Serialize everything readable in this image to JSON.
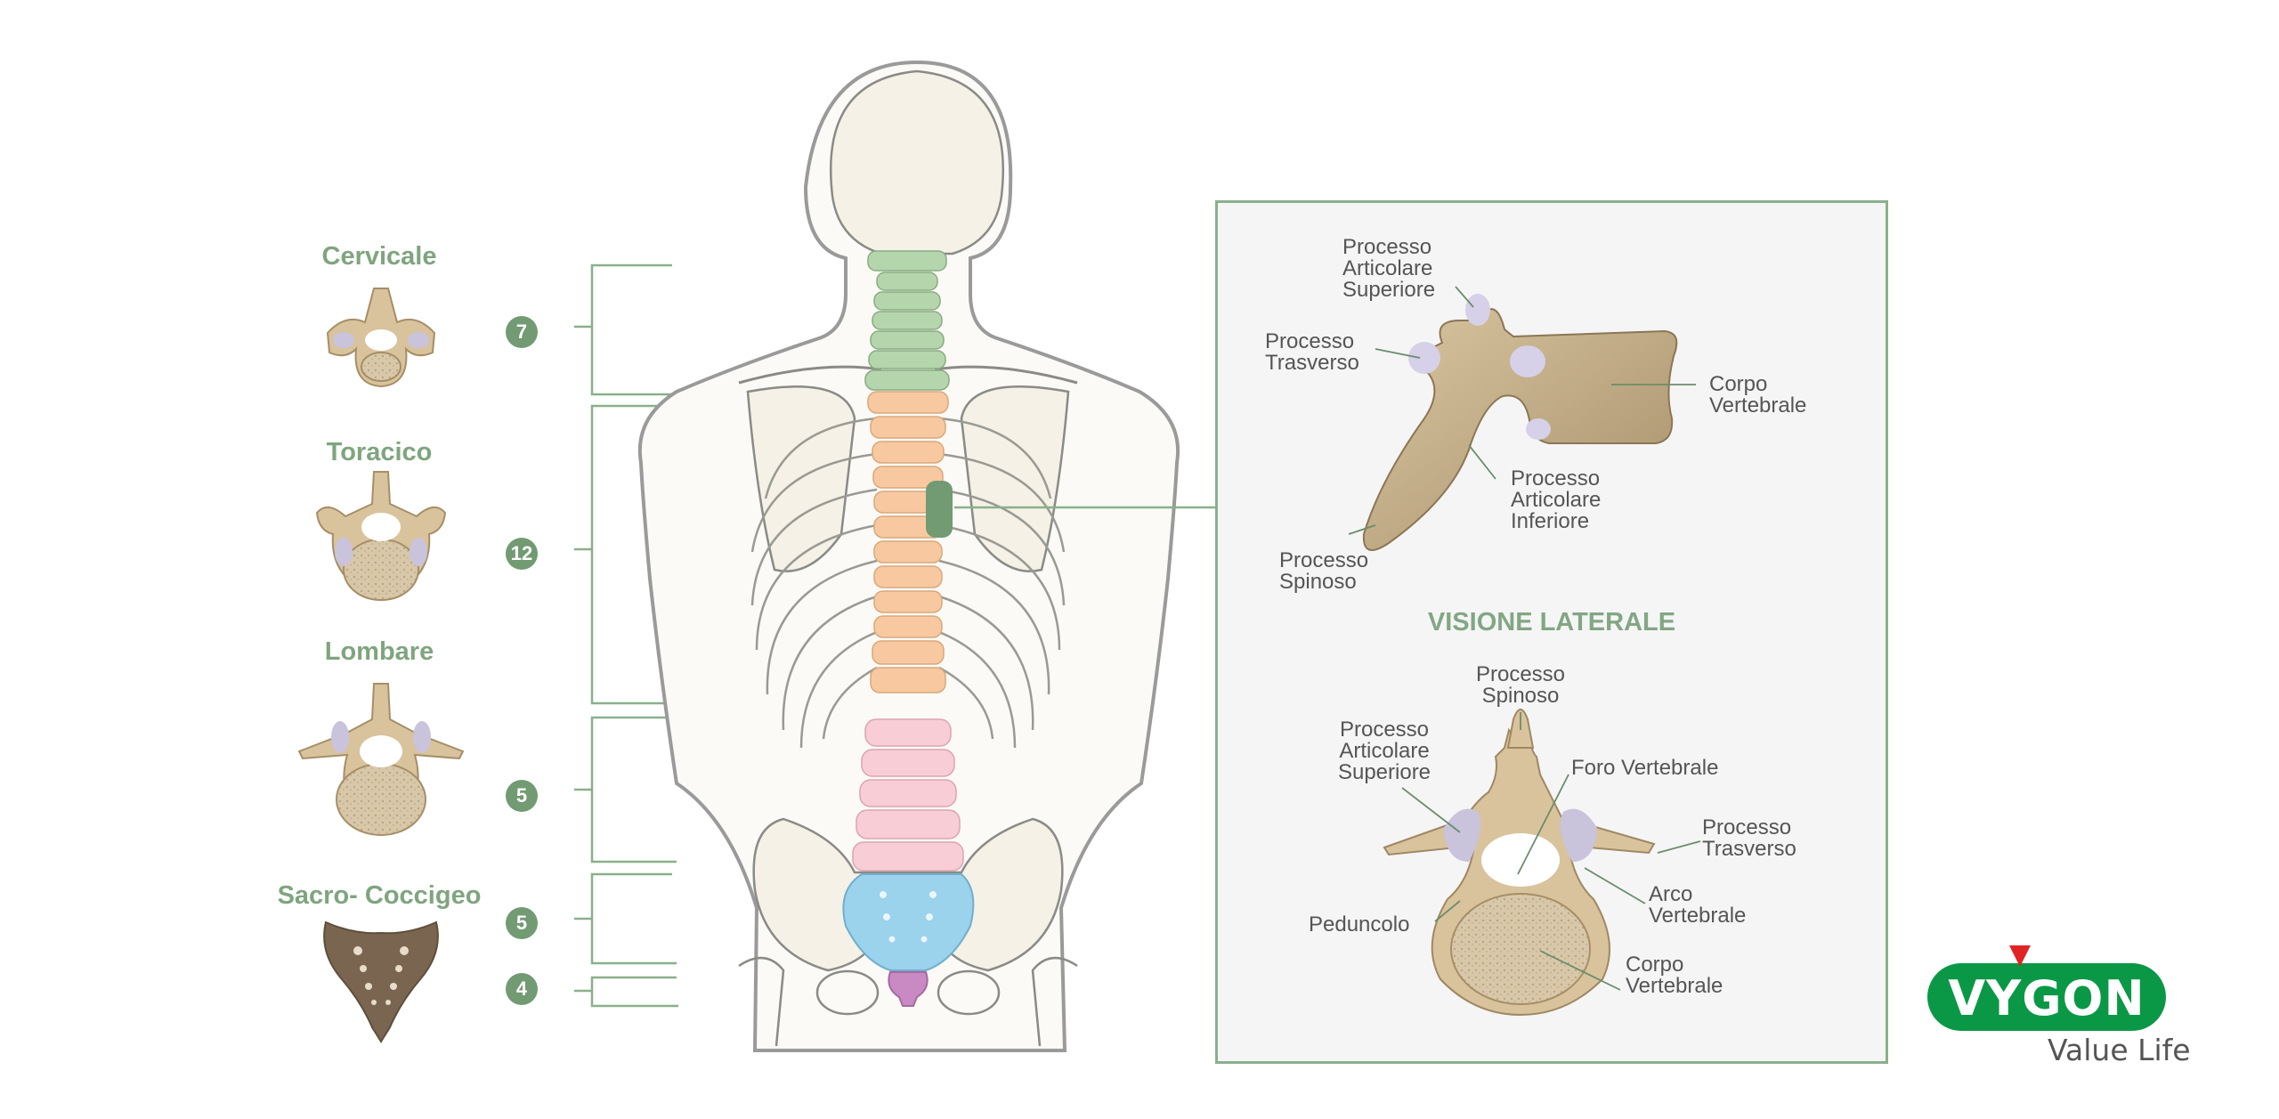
{
  "regions": [
    {
      "label": "Cervicale",
      "count": "7"
    },
    {
      "label": "Toracico",
      "count": "12"
    },
    {
      "label": "Lombare",
      "count": "5"
    },
    {
      "label": "Sacro- Coccigeo",
      "count": "5",
      "count2": "4"
    }
  ],
  "lateral": {
    "title": "VISIONE LATERALE",
    "labels": {
      "art_sup": "Processo\nArticolare\nSuperiore",
      "trasverso": "Processo\nTrasverso",
      "corpo": "Corpo\nVertebrale",
      "art_inf": "Processo\nArticolare\nInferiore",
      "spinoso": "Processo\nSpinoso"
    }
  },
  "top_view": {
    "labels": {
      "spinoso": "Processo\nSpinoso",
      "art_sup": "Processo\nArticolare\nSuperiore",
      "foro": "Foro Vertebrale",
      "trasverso": "Processo\nTrasverso",
      "arco": "Arco\nVertebrale",
      "peduncolo": "Peduncolo",
      "corpo": "Corpo\nVertebrale"
    }
  },
  "brand": {
    "name": "VYGON",
    "tagline": "Value Life",
    "color": "#0b9846"
  },
  "colors": {
    "cervical": "#b5d6ad",
    "thoracic": "#f8c9a0",
    "lumbar": "#f8cdd6",
    "sacral": "#9bd2ec",
    "coccyx": "#c98ac3",
    "accent": "#7fa57f"
  }
}
